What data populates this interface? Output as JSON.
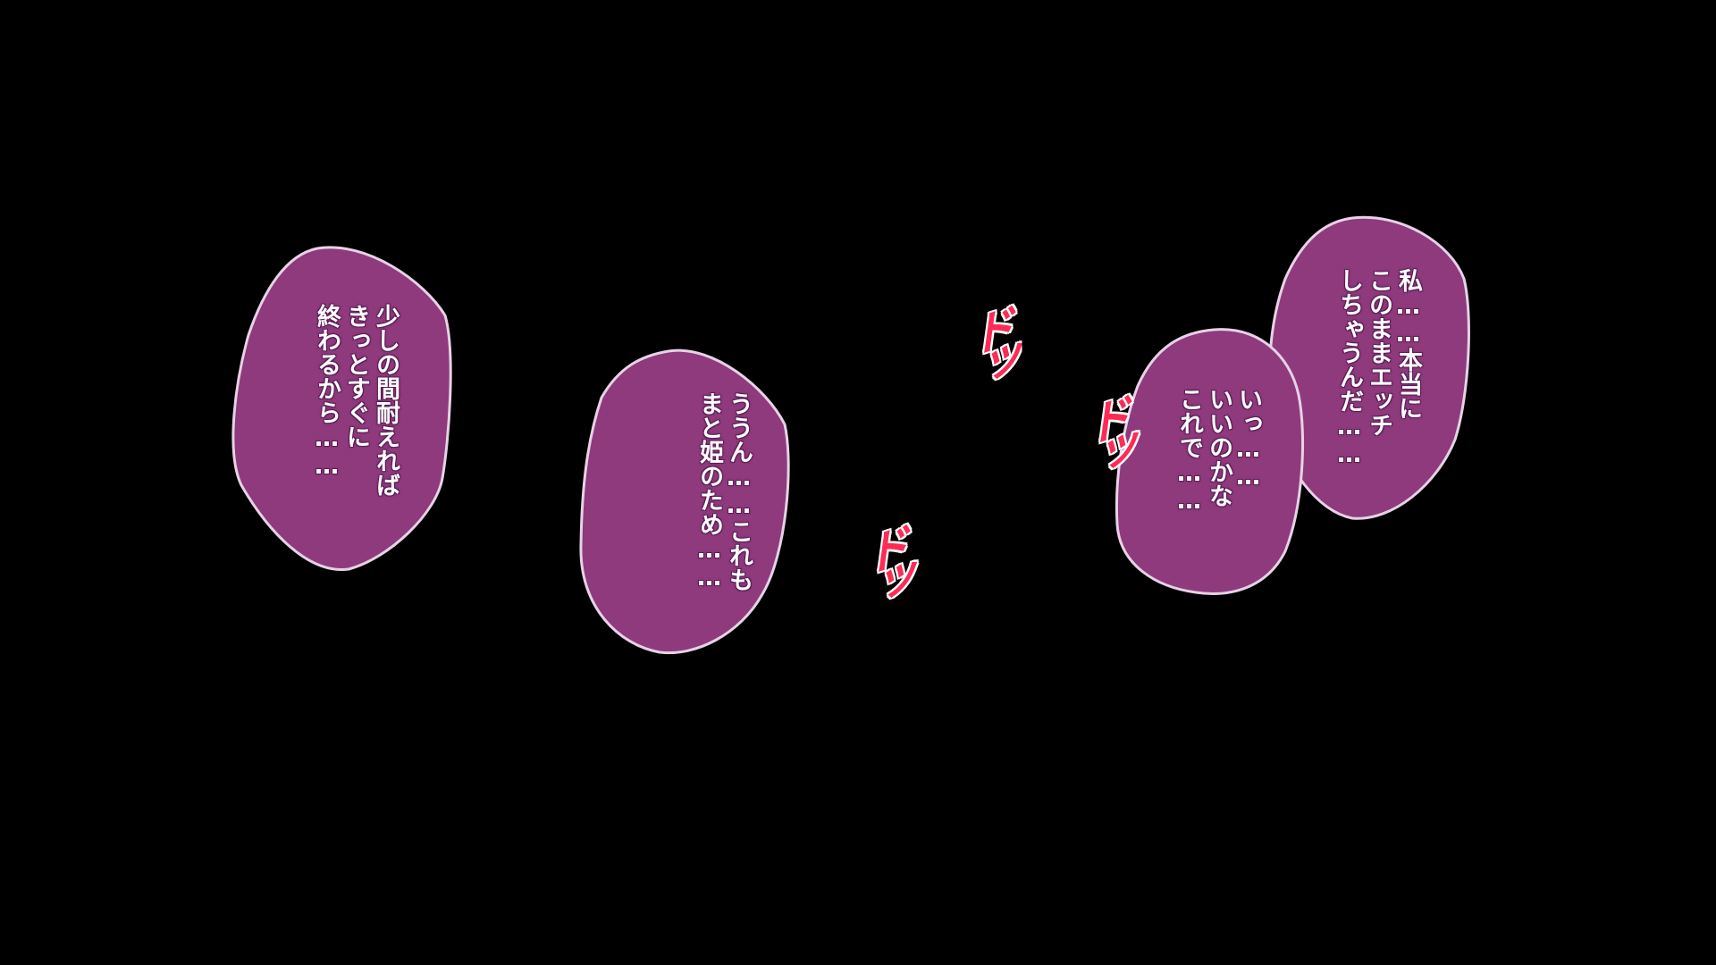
{
  "colors": {
    "background": "#000000",
    "bubble_fill": "#8f3a7c",
    "bubble_border": "#e6d2e6",
    "text": "#ffffff",
    "sfx": "#ff2a55"
  },
  "bubbles": [
    {
      "lines": [
        "少しの間耐えれば",
        "きっとすぐに",
        "終わるから……"
      ]
    },
    {
      "lines": [
        "ううん……これも",
        "まと姫のため……"
      ]
    },
    {
      "lines": [
        "私……本当に",
        "このままエッチ",
        "しちゃうんだ……"
      ]
    },
    {
      "lines": [
        "いっ……",
        "いいのかな",
        "これで……"
      ]
    }
  ],
  "sound_effects": [
    {
      "text": "ドッ"
    },
    {
      "text": "ドッ"
    },
    {
      "text": "ドッ"
    }
  ]
}
